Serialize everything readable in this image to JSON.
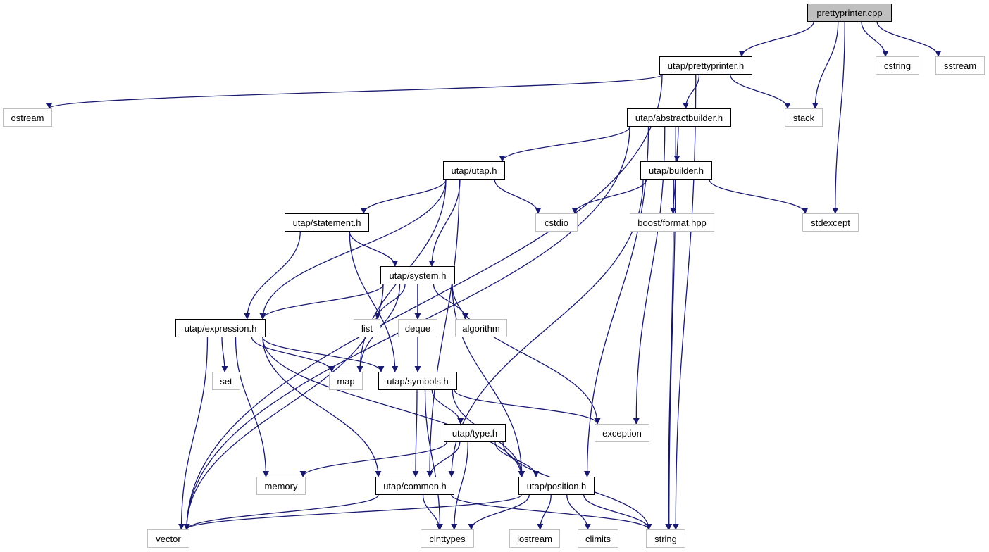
{
  "colors": {
    "edge": "#191970",
    "root_fill": "#bfbfbf",
    "local_border": "#000000",
    "external_border": "#bfbfbf"
  },
  "nodes": [
    {
      "id": "root",
      "label": "prettyprinter.cpp",
      "kind": "root"
    },
    {
      "id": "pp_h",
      "label": "utap/prettyprinter.h",
      "kind": "local"
    },
    {
      "id": "cstring",
      "label": "cstring",
      "kind": "external"
    },
    {
      "id": "sstream",
      "label": "sstream",
      "kind": "external"
    },
    {
      "id": "ostream",
      "label": "ostream",
      "kind": "external"
    },
    {
      "id": "stack",
      "label": "stack",
      "kind": "external"
    },
    {
      "id": "ab_h",
      "label": "utap/abstractbuilder.h",
      "kind": "local"
    },
    {
      "id": "utap_h",
      "label": "utap/utap.h",
      "kind": "local"
    },
    {
      "id": "builder_h",
      "label": "utap/builder.h",
      "kind": "local"
    },
    {
      "id": "statement_h",
      "label": "utap/statement.h",
      "kind": "local"
    },
    {
      "id": "cstdio",
      "label": "cstdio",
      "kind": "external"
    },
    {
      "id": "boostfmt",
      "label": "boost/format.hpp",
      "kind": "external"
    },
    {
      "id": "stdexcept",
      "label": "stdexcept",
      "kind": "external"
    },
    {
      "id": "system_h",
      "label": "utap/system.h",
      "kind": "local"
    },
    {
      "id": "expression_h",
      "label": "utap/expression.h",
      "kind": "local"
    },
    {
      "id": "list",
      "label": "list",
      "kind": "external"
    },
    {
      "id": "deque",
      "label": "deque",
      "kind": "external"
    },
    {
      "id": "algorithm",
      "label": "algorithm",
      "kind": "external"
    },
    {
      "id": "set",
      "label": "set",
      "kind": "external"
    },
    {
      "id": "map",
      "label": "map",
      "kind": "external"
    },
    {
      "id": "symbols_h",
      "label": "utap/symbols.h",
      "kind": "local"
    },
    {
      "id": "exception",
      "label": "exception",
      "kind": "external"
    },
    {
      "id": "type_h",
      "label": "utap/type.h",
      "kind": "local"
    },
    {
      "id": "memory",
      "label": "memory",
      "kind": "external"
    },
    {
      "id": "common_h",
      "label": "utap/common.h",
      "kind": "local"
    },
    {
      "id": "position_h",
      "label": "utap/position.h",
      "kind": "local"
    },
    {
      "id": "vector",
      "label": "vector",
      "kind": "external"
    },
    {
      "id": "cinttypes",
      "label": "cinttypes",
      "kind": "external"
    },
    {
      "id": "iostream",
      "label": "iostream",
      "kind": "external"
    },
    {
      "id": "climits",
      "label": "climits",
      "kind": "external"
    },
    {
      "id": "string",
      "label": "string",
      "kind": "external"
    }
  ],
  "edges": [
    [
      "root",
      "pp_h"
    ],
    [
      "root",
      "stack"
    ],
    [
      "root",
      "cstring"
    ],
    [
      "root",
      "sstream"
    ],
    [
      "root",
      "stdexcept"
    ],
    [
      "pp_h",
      "ostream"
    ],
    [
      "pp_h",
      "vector"
    ],
    [
      "pp_h",
      "ab_h"
    ],
    [
      "pp_h",
      "stack"
    ],
    [
      "pp_h",
      "string"
    ],
    [
      "ab_h",
      "vector"
    ],
    [
      "ab_h",
      "utap_h"
    ],
    [
      "ab_h",
      "builder_h"
    ],
    [
      "ab_h",
      "exception"
    ],
    [
      "ab_h",
      "position_h"
    ],
    [
      "ab_h",
      "string"
    ],
    [
      "utap_h",
      "expression_h"
    ],
    [
      "utap_h",
      "statement_h"
    ],
    [
      "utap_h",
      "system_h"
    ],
    [
      "utap_h",
      "cstdio"
    ],
    [
      "utap_h",
      "map"
    ],
    [
      "utap_h",
      "common_h"
    ],
    [
      "builder_h",
      "cstdio"
    ],
    [
      "builder_h",
      "boostfmt"
    ],
    [
      "builder_h",
      "stdexcept"
    ],
    [
      "builder_h",
      "common_h"
    ],
    [
      "builder_h",
      "string"
    ],
    [
      "statement_h",
      "expression_h"
    ],
    [
      "statement_h",
      "system_h"
    ],
    [
      "statement_h",
      "symbols_h"
    ],
    [
      "system_h",
      "vector"
    ],
    [
      "system_h",
      "expression_h"
    ],
    [
      "system_h",
      "list"
    ],
    [
      "system_h",
      "deque"
    ],
    [
      "system_h",
      "algorithm"
    ],
    [
      "system_h",
      "map"
    ],
    [
      "system_h",
      "symbols_h"
    ],
    [
      "system_h",
      "exception"
    ],
    [
      "system_h",
      "position_h"
    ],
    [
      "expression_h",
      "vector"
    ],
    [
      "expression_h",
      "set"
    ],
    [
      "expression_h",
      "map"
    ],
    [
      "expression_h",
      "symbols_h"
    ],
    [
      "expression_h",
      "memory"
    ],
    [
      "expression_h",
      "common_h"
    ],
    [
      "expression_h",
      "position_h"
    ],
    [
      "symbols_h",
      "type_h"
    ],
    [
      "symbols_h",
      "exception"
    ],
    [
      "symbols_h",
      "common_h"
    ],
    [
      "symbols_h",
      "position_h"
    ],
    [
      "symbols_h",
      "cinttypes"
    ],
    [
      "type_h",
      "memory"
    ],
    [
      "type_h",
      "common_h"
    ],
    [
      "type_h",
      "position_h"
    ],
    [
      "type_h",
      "cinttypes"
    ],
    [
      "type_h",
      "string"
    ],
    [
      "common_h",
      "vector"
    ],
    [
      "common_h",
      "cinttypes"
    ],
    [
      "common_h",
      "string"
    ],
    [
      "position_h",
      "vector"
    ],
    [
      "position_h",
      "cinttypes"
    ],
    [
      "position_h",
      "iostream"
    ],
    [
      "position_h",
      "climits"
    ],
    [
      "position_h",
      "string"
    ]
  ]
}
